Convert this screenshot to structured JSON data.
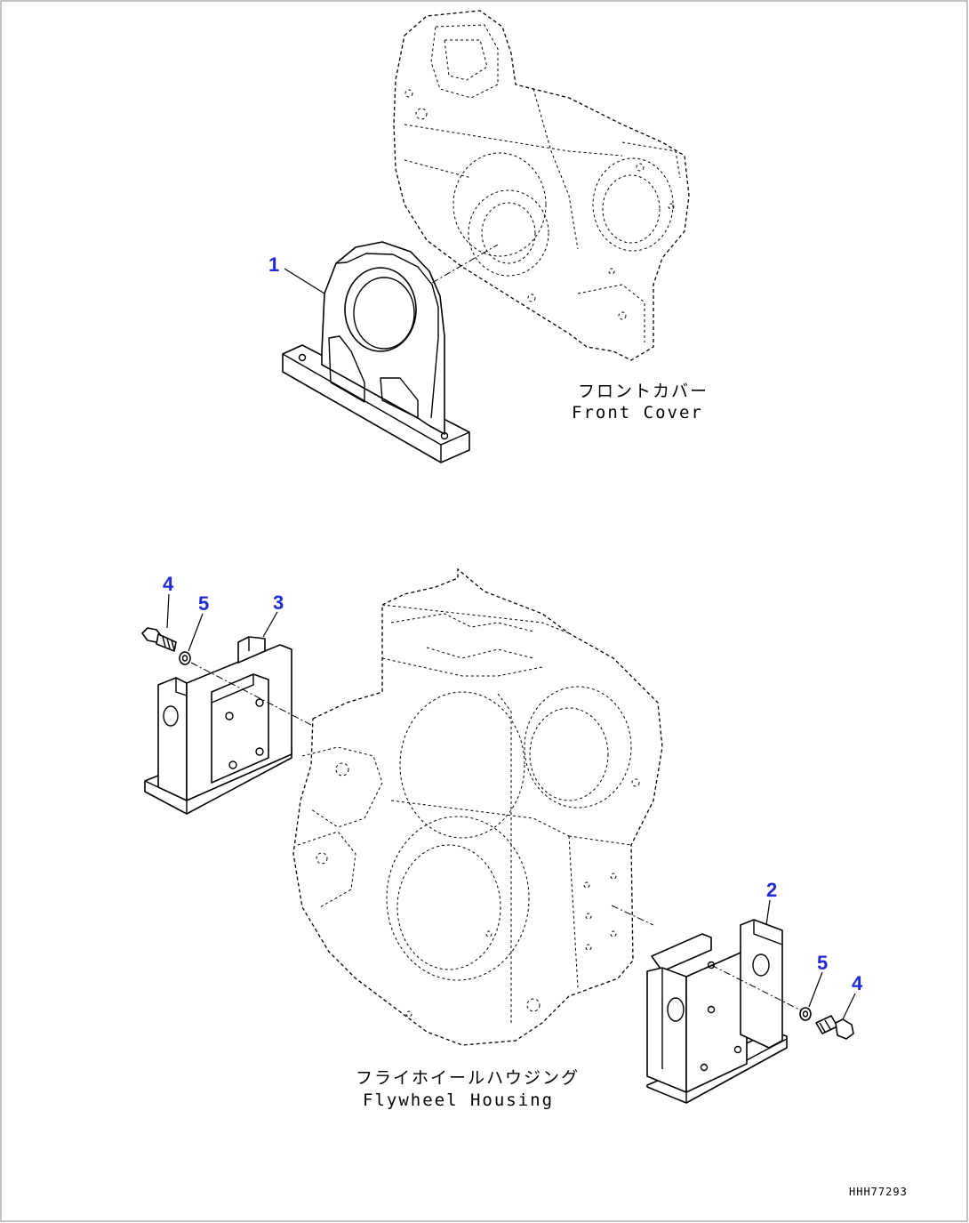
{
  "captions": {
    "front_cover_jp": "フロントカバー",
    "front_cover_en": "Front Cover",
    "flywheel_housing_jp": "フライホイールハウジング",
    "flywheel_housing_en": "Flywheel Housing"
  },
  "callouts": {
    "part_1": "1",
    "part_2": "2",
    "part_3": "3",
    "part_4_left": "4",
    "part_5_left": "5",
    "part_5_right": "5",
    "part_4_right": "4"
  },
  "drawing_id": "HHH77293",
  "colors": {
    "callout": "#1f2ad6",
    "line": "#000000",
    "background": "#ffffff"
  }
}
